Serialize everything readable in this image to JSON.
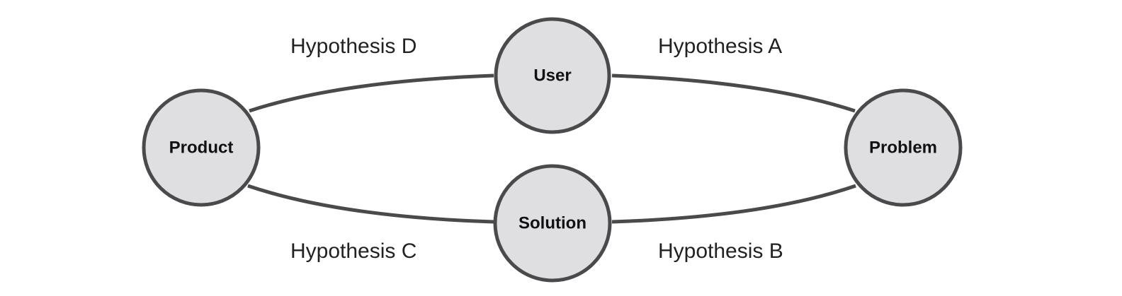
{
  "diagram": {
    "nodes": {
      "user": {
        "label": "User"
      },
      "product": {
        "label": "Product"
      },
      "problem": {
        "label": "Problem"
      },
      "solution": {
        "label": "Solution"
      }
    },
    "edges": {
      "product_user": {
        "label": "Hypothesis D"
      },
      "user_problem": {
        "label": "Hypothesis A"
      },
      "product_solution": {
        "label": "Hypothesis C"
      },
      "solution_problem": {
        "label": "Hypothesis B"
      }
    },
    "colors": {
      "node_fill": "#dfdfe2",
      "stroke": "#4a4a4c",
      "text": "#111111"
    }
  }
}
